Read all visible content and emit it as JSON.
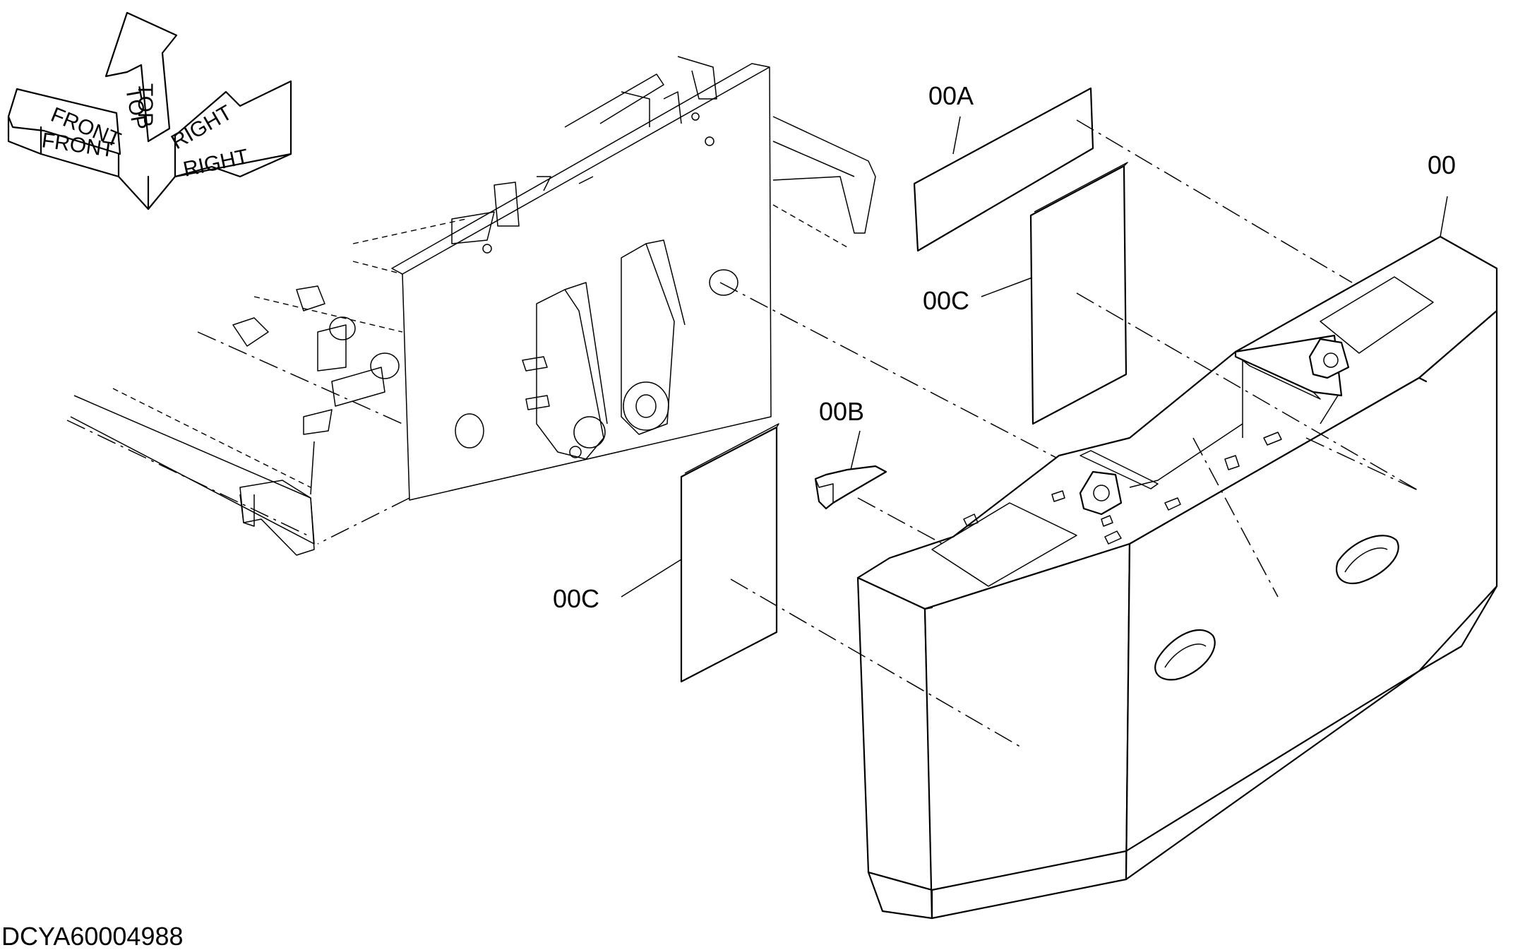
{
  "diagram": {
    "drawing_id": "DCYA60004988",
    "callouts": {
      "part_00": "00",
      "part_00A": "00A",
      "part_00B": "00B",
      "part_00C_upper": "00C",
      "part_00C_lower": "00C"
    },
    "orientation": {
      "top_outline": "TOP",
      "top_inner": "TOP",
      "front_outline": "FRONT",
      "front_inner": "FRONT",
      "right_outline": "RIGHT",
      "right_inner": "RIGHT"
    }
  }
}
